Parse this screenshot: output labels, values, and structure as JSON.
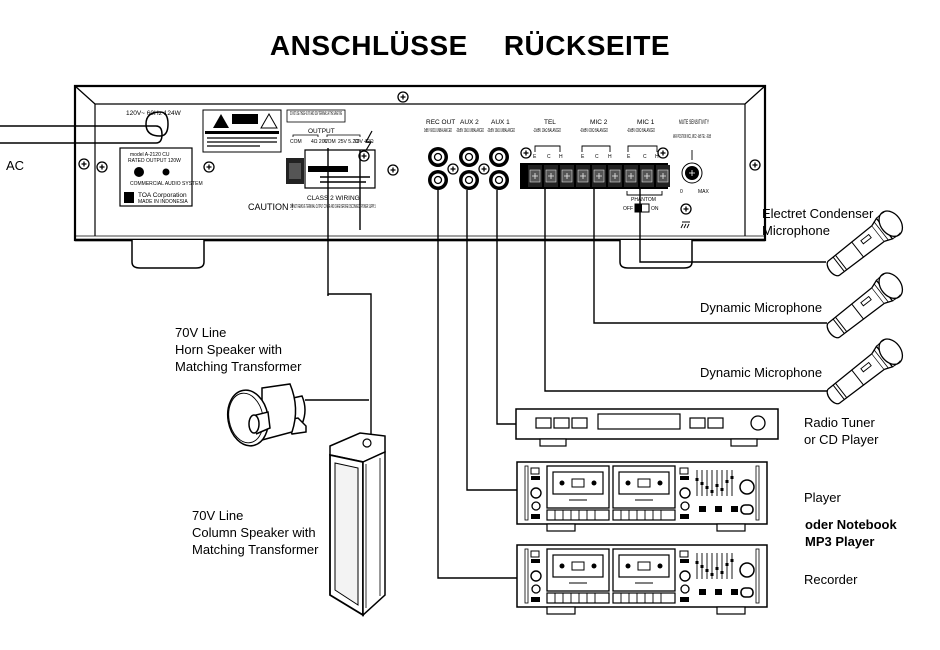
{
  "title": {
    "word1": "ANSCHLÜSSE",
    "word2": "RÜCKSEITE"
  },
  "amplifier": {
    "power_rating": "120V~ 60Hz 124W",
    "model_plate": {
      "model": "model A-2120 CU",
      "rated_output": "RATED OUTPUT 120W",
      "listing": "COMMERCIAL AUDIO SYSTEM",
      "manufacturer": "TOA Corporation",
      "origin": "MADE IN INDONESIA"
    },
    "warning_label": "DO NOT USE THESE 4Ω 70V AND 100V TERMINALS AT THE SAME TIME",
    "output": {
      "label": "OUTPUT",
      "terminals": [
        "COM",
        "4Ω 20V",
        "COM",
        "25V 5.2Ω",
        "70V 42Ω"
      ]
    },
    "class2_wiring": "CLASS 2 WIRING",
    "caution": "CAUTION !",
    "caution_text": "DO NOT REMOVE TERMINAL OUTPUT COVER AND CARE BEFORE DISCONNECT POWER SUPPLY.",
    "rca_inputs": [
      {
        "name": "REC OUT",
        "spec": "0dBV 600Ω UNBALANCED"
      },
      {
        "name": "AUX 2",
        "spec": "-20dBV 10kΩ UNBALANCED"
      },
      {
        "name": "AUX 1",
        "spec": "-20dBV 10kΩ UNBALANCED"
      }
    ],
    "terminal_inputs": [
      {
        "name": "TEL",
        "spec": "-10dBV 10kΩ BALANCED",
        "pins": [
          "E",
          "C",
          "H"
        ]
      },
      {
        "name": "MIC 2",
        "spec": "-60dBV 600Ω BALANCED",
        "pins": [
          "E",
          "C",
          "H"
        ]
      },
      {
        "name": "MIC 1",
        "spec": "-60dBV 600Ω BALANCED",
        "pins": [
          "E",
          "C",
          "H"
        ]
      }
    ],
    "phantom": {
      "label": "PHANTOM",
      "off": "OFF",
      "on": "ON"
    },
    "mute": {
      "label": "MUTE SENSITIVITY",
      "detail": "MAX POSITION MIC1, MIC2: -6dB TEL: -20dB",
      "min": "0",
      "max": "MAX"
    }
  },
  "labels": {
    "ac": "AC",
    "electret_mic": [
      "Electret Condenser",
      "Microphone"
    ],
    "dynamic_mic_1": "Dynamic Microphone",
    "dynamic_mic_2": "Dynamic Microphone",
    "tuner": [
      "Radio Tuner",
      "or CD Player"
    ],
    "player": "Player",
    "notebook": [
      "oder Notebook",
      "MP3 Player"
    ],
    "recorder": "Recorder",
    "horn_speaker": [
      "70V Line",
      "Horn Speaker with",
      "Matching Transformer"
    ],
    "column_speaker": [
      "70V Line",
      "Column Speaker with",
      "Matching Transformer"
    ]
  }
}
